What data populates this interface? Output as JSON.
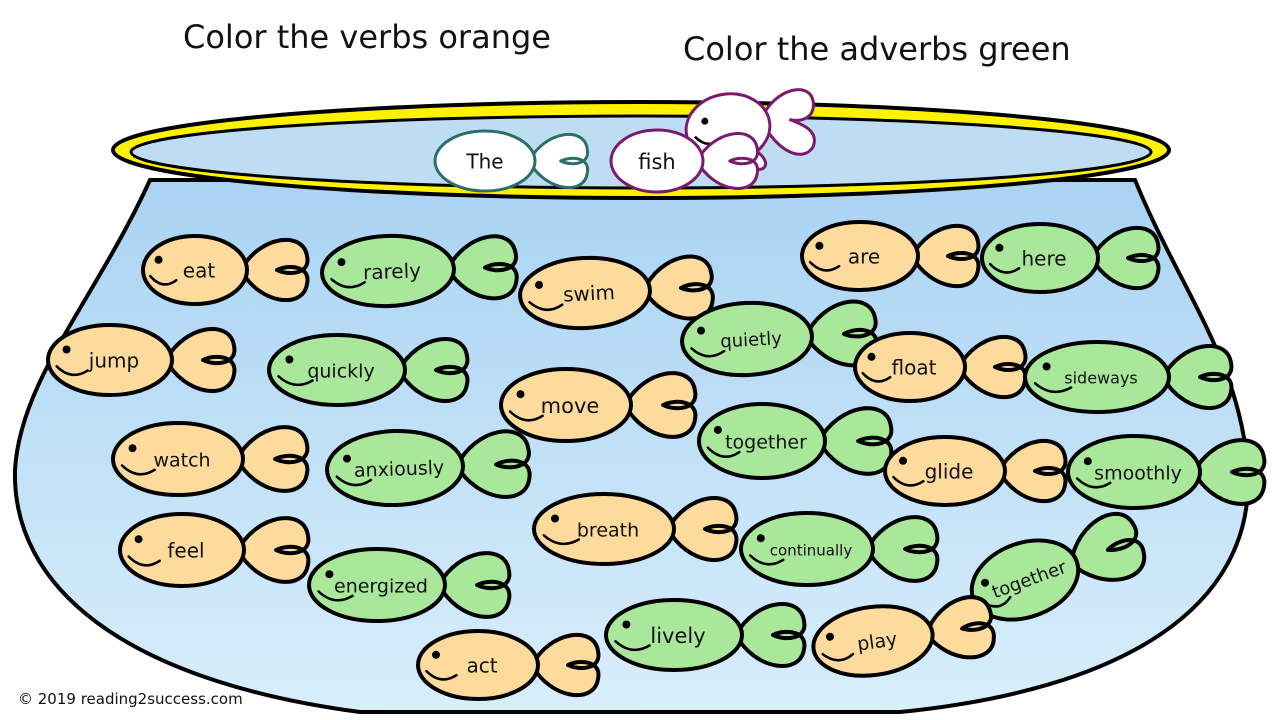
{
  "titles": {
    "verbs": "Color the verbs orange",
    "adverbs": "Color the adverbs green"
  },
  "colors": {
    "verb_fill": "#FDDB9C",
    "adverb_fill": "#A9E89A",
    "blank_fill": "#FFFFFF",
    "bowl_water": "#BFE0F7",
    "bowl_rim": "#FFF200",
    "outline": "#000000"
  },
  "sentence_fish": [
    {
      "word": "The"
    },
    {
      "word": "fish"
    }
  ],
  "fish": [
    {
      "word": "eat",
      "kind": "verb"
    },
    {
      "word": "rarely",
      "kind": "adverb"
    },
    {
      "word": "swim",
      "kind": "verb"
    },
    {
      "word": "are",
      "kind": "verb"
    },
    {
      "word": "here",
      "kind": "adverb"
    },
    {
      "word": "jump",
      "kind": "verb"
    },
    {
      "word": "quickly",
      "kind": "adverb"
    },
    {
      "word": "quietly",
      "kind": "adverb"
    },
    {
      "word": "float",
      "kind": "verb"
    },
    {
      "word": "sideways",
      "kind": "adverb"
    },
    {
      "word": "move",
      "kind": "verb"
    },
    {
      "word": "watch",
      "kind": "verb"
    },
    {
      "word": "anxiously",
      "kind": "adverb"
    },
    {
      "word": "together",
      "kind": "adverb"
    },
    {
      "word": "glide",
      "kind": "verb"
    },
    {
      "word": "smoothly",
      "kind": "adverb"
    },
    {
      "word": "breath",
      "kind": "verb"
    },
    {
      "word": "feel",
      "kind": "verb"
    },
    {
      "word": "continually",
      "kind": "adverb"
    },
    {
      "word": "energized",
      "kind": "adverb"
    },
    {
      "word": "together",
      "kind": "adverb"
    },
    {
      "word": "lively",
      "kind": "adverb"
    },
    {
      "word": "play",
      "kind": "verb"
    },
    {
      "word": "act",
      "kind": "verb"
    }
  ],
  "footer": {
    "copyright": "© 2019 reading2success.com"
  }
}
